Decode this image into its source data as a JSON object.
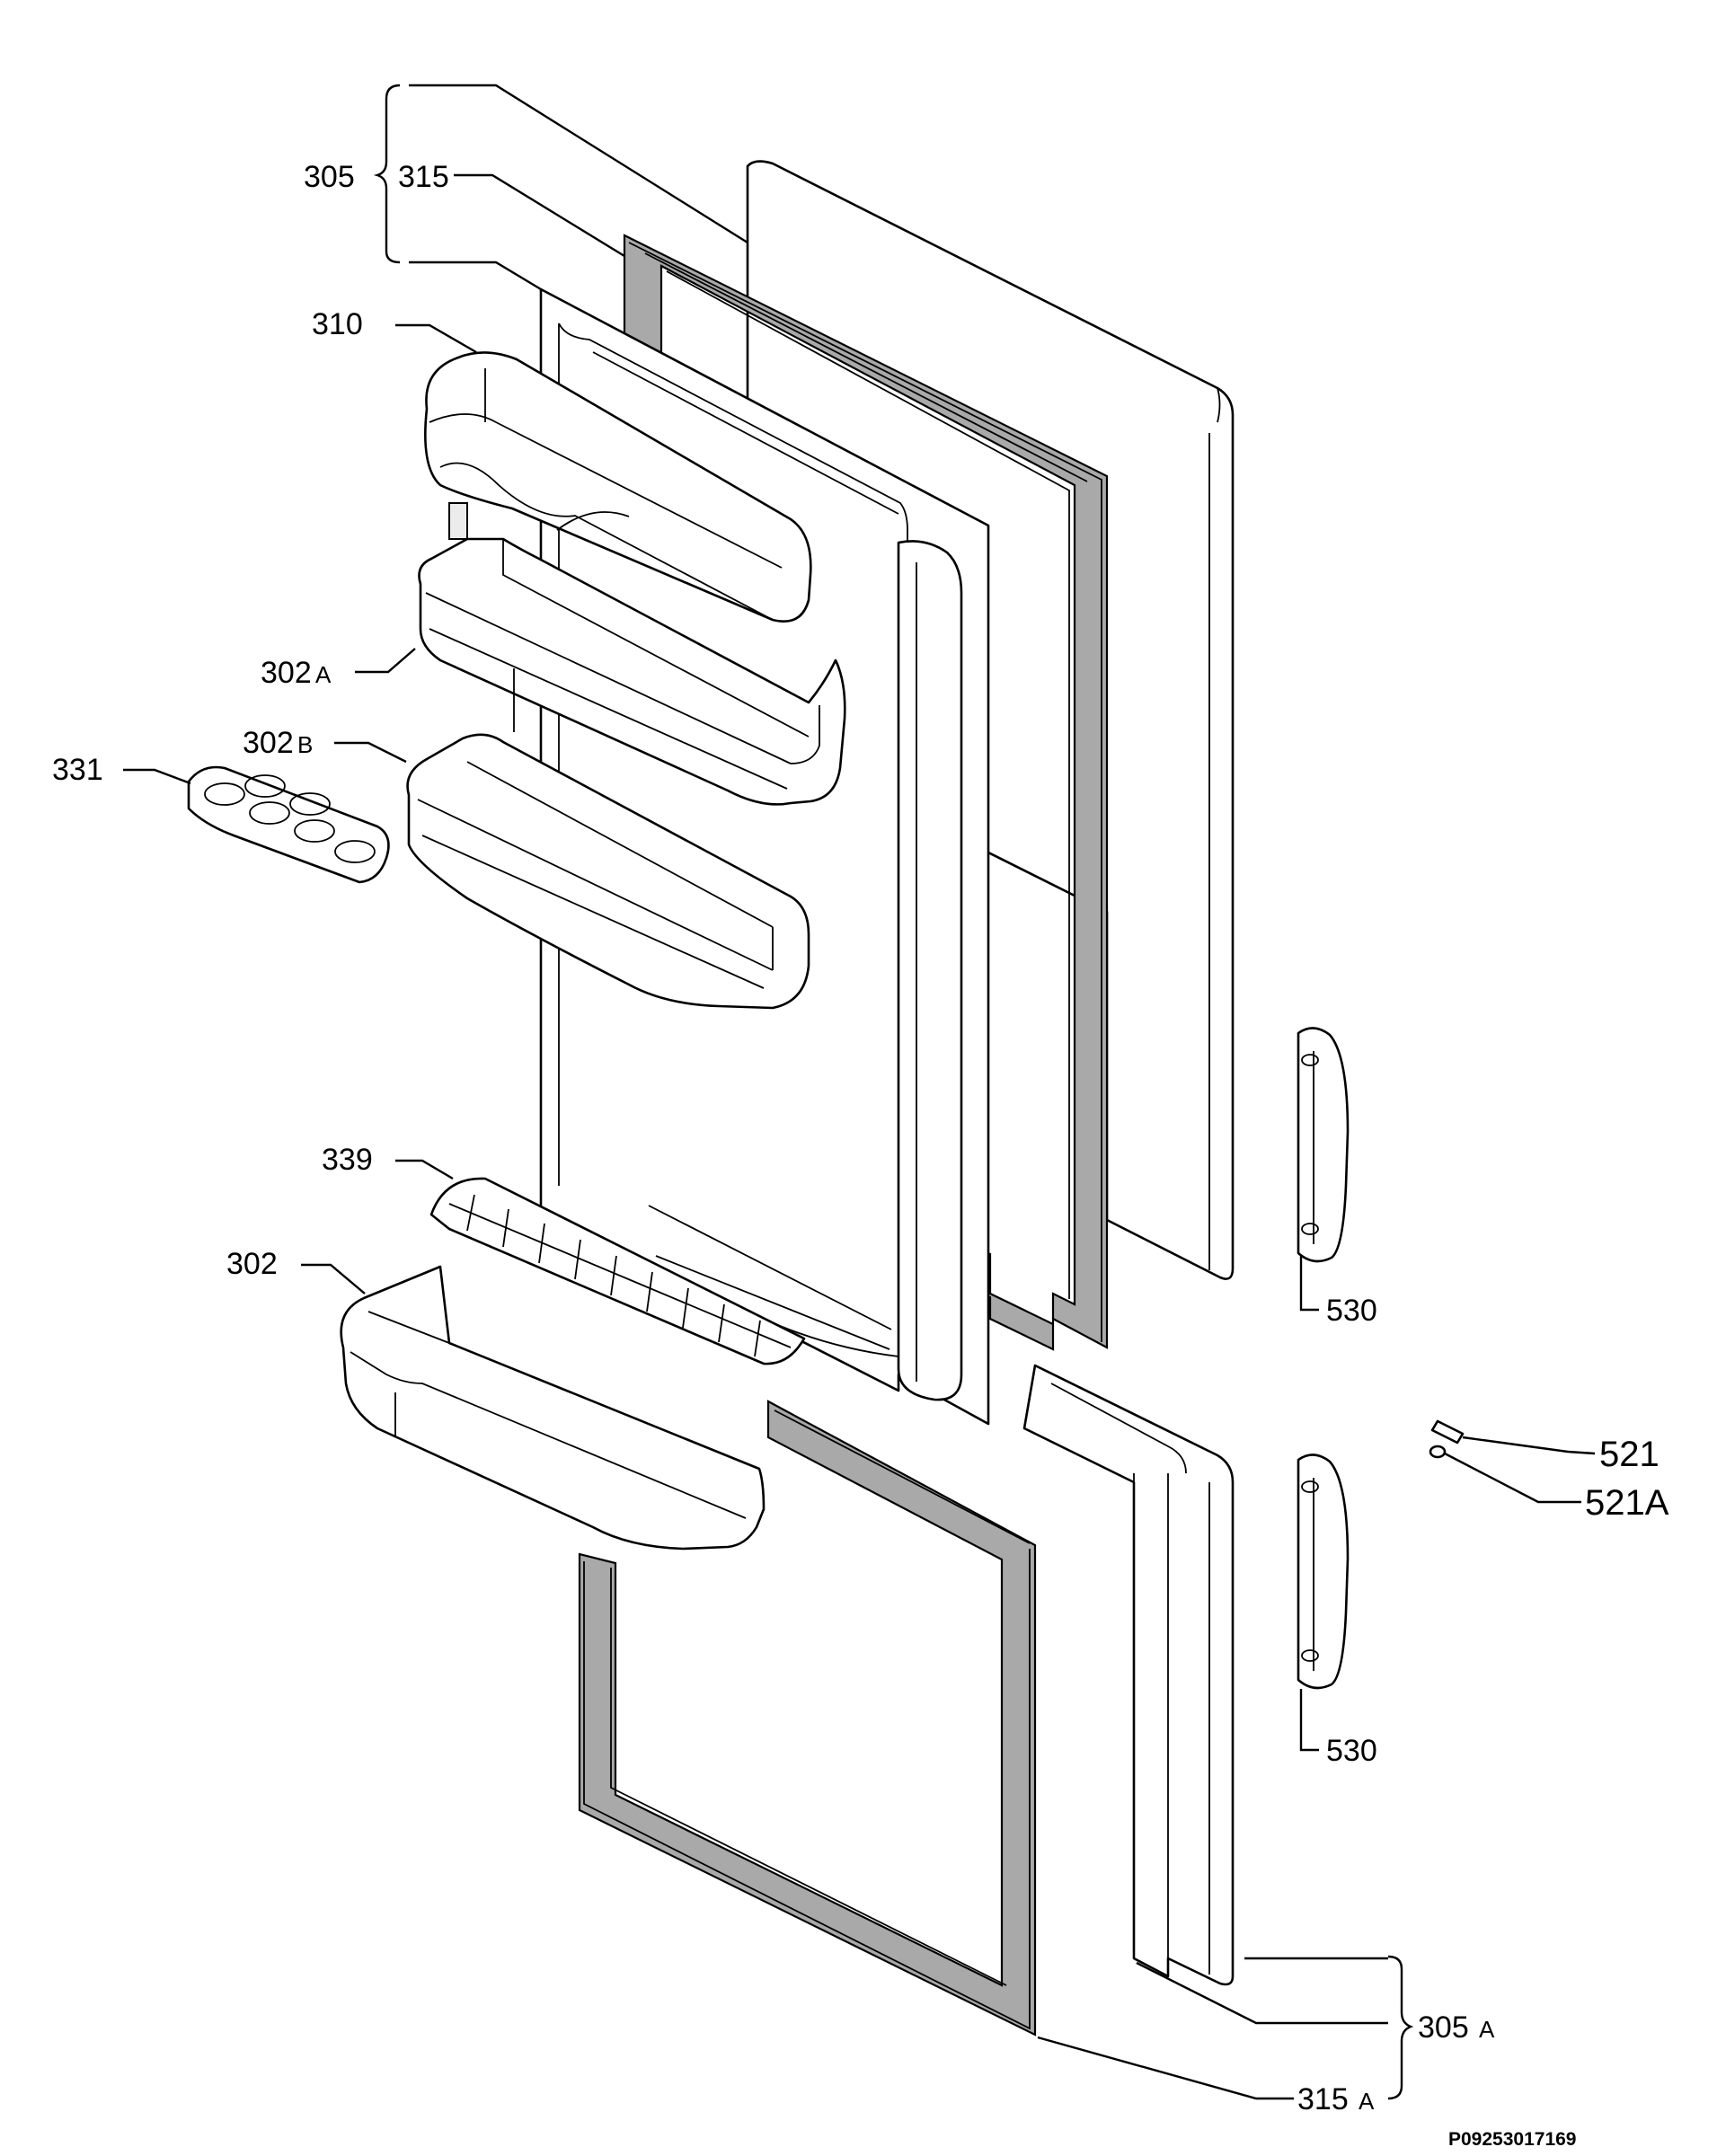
{
  "labels": {
    "p305": "305",
    "p315": "315",
    "p310": "310",
    "p302A_num": "302",
    "p302A_suf": "A",
    "p302B_num": "302",
    "p302B_suf": "B",
    "p331": "331",
    "p339": "339",
    "p302": "302",
    "p530_top": "530",
    "p530_bottom": "530",
    "p521": "521",
    "p521A": "521A",
    "p305A_num": "305",
    "p305A_suf": "A",
    "p315A_num": "315",
    "p315A_suf": "A"
  },
  "diagram_code": "P09253017169"
}
